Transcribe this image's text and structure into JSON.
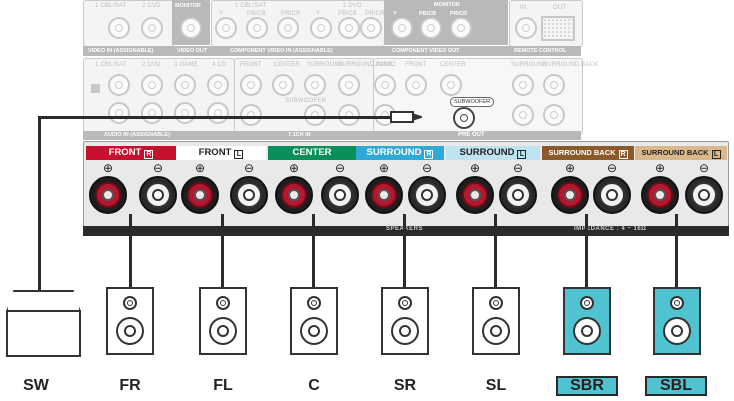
{
  "rear_panel": {
    "video_in_top": [
      "1 CBL/SAT",
      "2 DVD",
      "MONITOR"
    ],
    "component_top": [
      "1 CBL/SAT",
      "2 DVD"
    ],
    "component_sub": [
      "Y",
      "PB/CB",
      "PR/CR",
      "Y",
      "PB/CB",
      "PR/CR"
    ],
    "monitor_label": "MONITOR",
    "monitor_sub": [
      "Y",
      "PB/CB",
      "PR/CR"
    ],
    "in_label": "IN",
    "out_label": "OUT",
    "video_in_label": "VIDEO IN (ASSIGNABLE)",
    "video_out_label": "VIDEO OUT",
    "component_in_label": "COMPONENT VIDEO IN (ASSIGNABLE)",
    "component_out_label": "COMPONENT VIDEO OUT",
    "remote_label": "REMOTE CONTROL",
    "audio_top": [
      "1 CBL/SAT",
      "2 DVD",
      "3 GAME",
      "4 CD"
    ],
    "ch71_top": [
      "FRONT",
      "CENTER",
      "SURROUND",
      "SURROUND BACK"
    ],
    "zone2_label": "ZONE2",
    "preout_top": [
      "FRONT",
      "CENTER"
    ],
    "preout_top_right": [
      "SURROUND",
      "SURROUND BACK"
    ],
    "subwoofer_small": "SUBWOOFER",
    "subwoofer_active": "SUBWOOFER",
    "audio_in_label": "AUDIO IN (ASSIGNABLE)",
    "ch71_label": "7.1CH IN",
    "preout_label": "PRE OUT"
  },
  "terminal_bar": {
    "channels": [
      {
        "label": "FRONT",
        "box": "R",
        "color": "#c8102e",
        "text_color": "#ffffff"
      },
      {
        "label": "FRONT",
        "box": "L",
        "color": "#ffffff",
        "text_color": "#222222"
      },
      {
        "label": "CENTER",
        "box": "",
        "color": "#0a8f5a",
        "text_color": "#ffffff"
      },
      {
        "label": "SURROUND",
        "box": "R",
        "color": "#2ea9d8",
        "text_color": "#ffffff"
      },
      {
        "label": "SURROUND",
        "box": "L",
        "color": "#bfe3f1",
        "text_color": "#222222"
      },
      {
        "label": "SURROUND BACK",
        "box": "R",
        "color": "#8a5a2a",
        "text_color": "#ffffff"
      },
      {
        "label": "SURROUND BACK",
        "box": "L",
        "color": "#d9b98c",
        "text_color": "#222222"
      }
    ],
    "plus_symbol": "⊕",
    "minus_symbol": "⊖",
    "speakers_label": "SPEAKERS",
    "impedance_label": "IMPEDANCE : 4 ~ 16Ω"
  },
  "speakers": [
    {
      "label": "SW",
      "highlight": false
    },
    {
      "label": "FR",
      "highlight": false
    },
    {
      "label": "FL",
      "highlight": false
    },
    {
      "label": "C",
      "highlight": false
    },
    {
      "label": "SR",
      "highlight": false
    },
    {
      "label": "SL",
      "highlight": false
    },
    {
      "label": "SBR",
      "highlight": true
    },
    {
      "label": "SBL",
      "highlight": true
    }
  ],
  "colors": {
    "highlight": "#4fc3cf",
    "wire": "#2b2b2b",
    "terminal_red": "#b3182e"
  }
}
